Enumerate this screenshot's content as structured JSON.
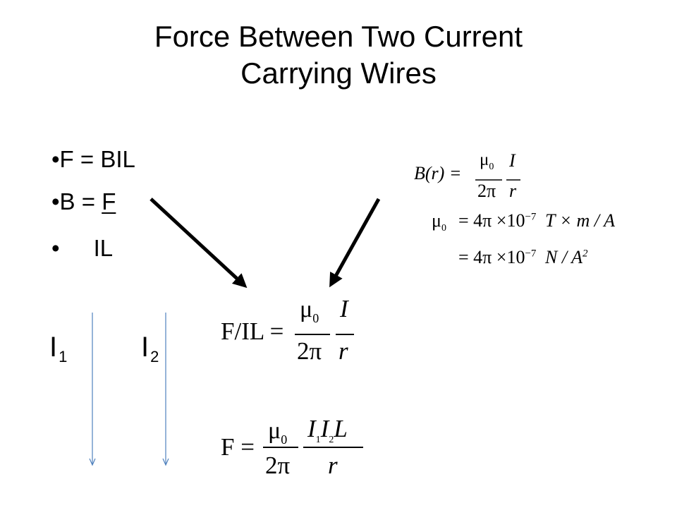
{
  "slide": {
    "title_line1": "Force Between Two Current",
    "title_line2": "Carrying Wires",
    "bullets": {
      "b1": "•F = BIL",
      "b2_prefix": "•B = ",
      "b2_numer": "F",
      "b3_dot": "•",
      "b3_denom": "IL"
    },
    "currents": {
      "i1_base": "I",
      "i1_sub": "1",
      "i2_base": "I",
      "i2_sub": "2"
    },
    "eq_b": {
      "lhs": "B(r) =",
      "numer_mu": "μ",
      "mu_sub": "0",
      "denom": "2π",
      "I": "I",
      "r": "r"
    },
    "eq_mu0_line1": {
      "lhs_mu": "μ",
      "lhs_sub": "0",
      "eq": "= 4π ×10",
      "exp": "−7",
      "unit": "T × m / A"
    },
    "eq_mu0_line2": {
      "eq": "= 4π ×10",
      "exp": "−7",
      "unit": "N / A",
      "unit_exp": "2"
    },
    "eq_fil": {
      "lhs": "F/IL =",
      "numer_mu": "μ",
      "mu_sub": "0",
      "denom": "2π",
      "I": "I",
      "r": "r"
    },
    "eq_f": {
      "lhs": "F =",
      "numer_mu": "μ",
      "mu_sub": "0",
      "denom": "2π",
      "I1": "I",
      "sub1": "1",
      "I2": "I",
      "sub2": "2",
      "L": "L",
      "r": "r"
    },
    "colors": {
      "text": "#000000",
      "wire_arrow": "#4f81bd",
      "pointer_arrow": "#000000"
    }
  }
}
